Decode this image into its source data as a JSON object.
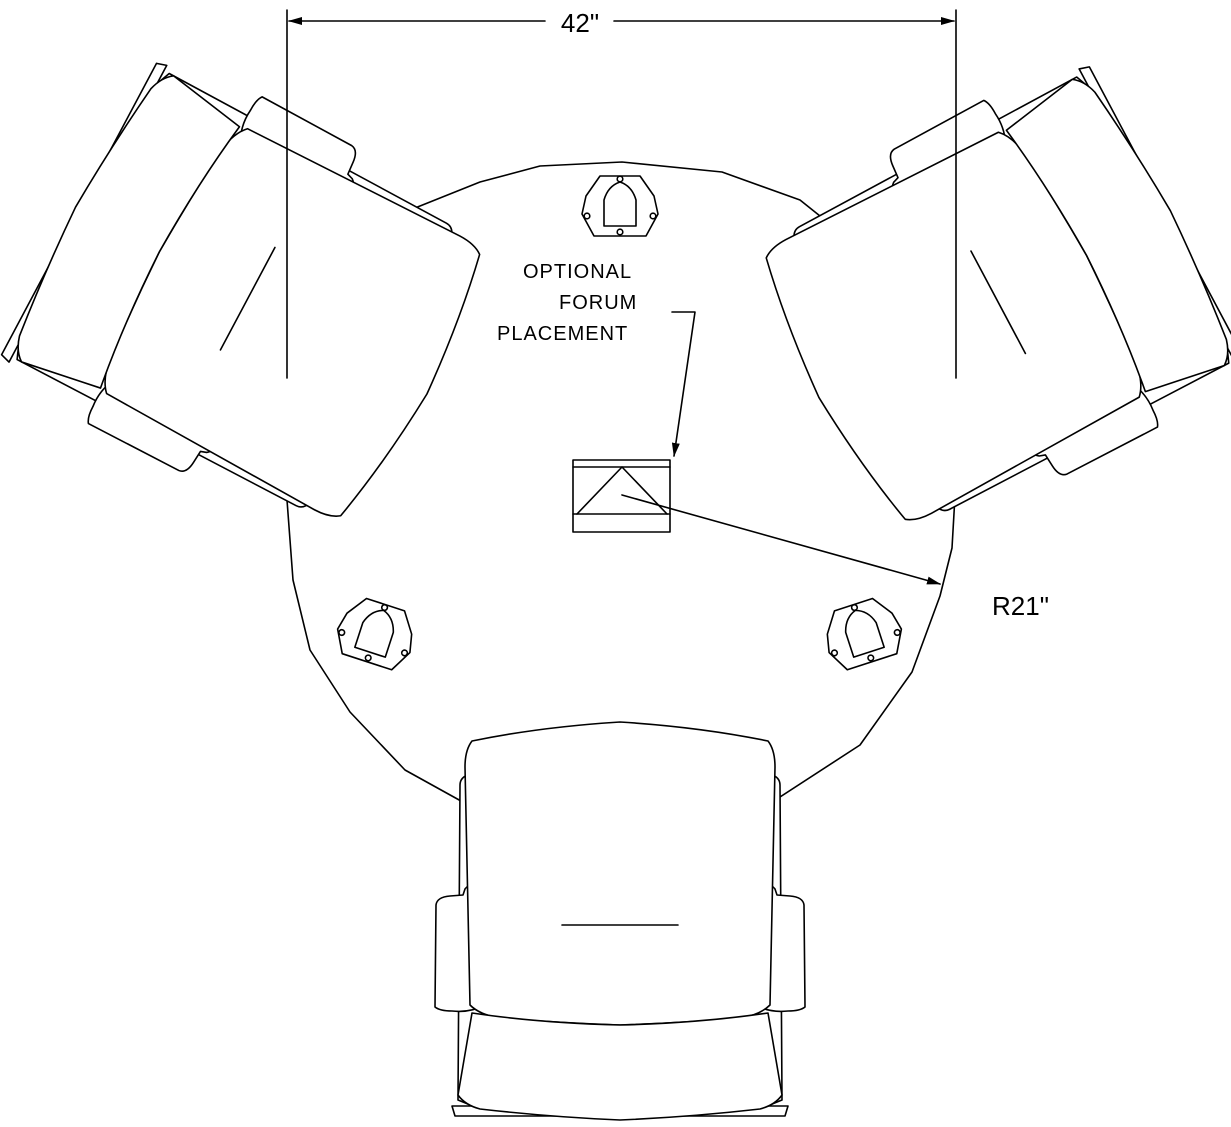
{
  "dimensions": {
    "width_label": "42\"",
    "radius_label": "R21\""
  },
  "callout": {
    "line1": "OPTIONAL",
    "line2": "FORUM",
    "line3": "PLACEMENT"
  },
  "colors": {
    "line": "#000000",
    "background": "#ffffff"
  }
}
